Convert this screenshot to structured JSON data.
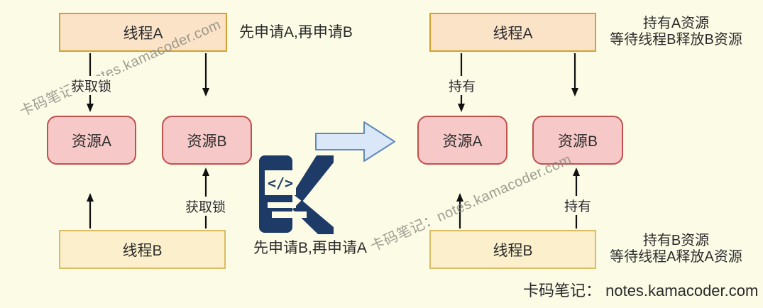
{
  "page": {
    "bg": "#FCFBE6"
  },
  "watermark_text": "卡码笔记：notes.kamacoder.com",
  "credit": "卡码笔记： notes.kamacoder.com",
  "logo": {
    "code_glyph": "</>"
  },
  "left": {
    "thread_a": "线程A",
    "thread_a_note": "先申请A,再申请B",
    "resource_a": "资源A",
    "resource_b": "资源B",
    "thread_b": "线程B",
    "thread_b_note": "先申请B,再申请A",
    "label_a_to_res_a": "获取锁",
    "label_b_to_res_b": "获取锁"
  },
  "right": {
    "thread_a": "线程A",
    "thread_a_note_line1": "持有A资源",
    "thread_a_note_line2": "等待线程B释放B资源",
    "resource_a": "资源A",
    "resource_b": "资源B",
    "thread_b": "线程B",
    "thread_b_note_line1": "持有B资源",
    "thread_b_note_line2": "等待线程A释放A资源",
    "label_a_to_res_a": "持有",
    "label_b_to_res_b": "持有"
  },
  "colors": {
    "thread_a_fill": "#FBE3C8",
    "thread_a_border": "#D5A02F",
    "thread_b_fill": "#FBF0CB",
    "thread_b_border": "#DCBB66",
    "resource_fill": "#F6C9C8",
    "resource_border": "#C0504D",
    "big_arrow_fill": "#D9E7F8",
    "big_arrow_border": "#6089BE",
    "logo_navy": "#1E3A66",
    "arrow_black": "#111111",
    "watermark_gray": "#88867C"
  }
}
